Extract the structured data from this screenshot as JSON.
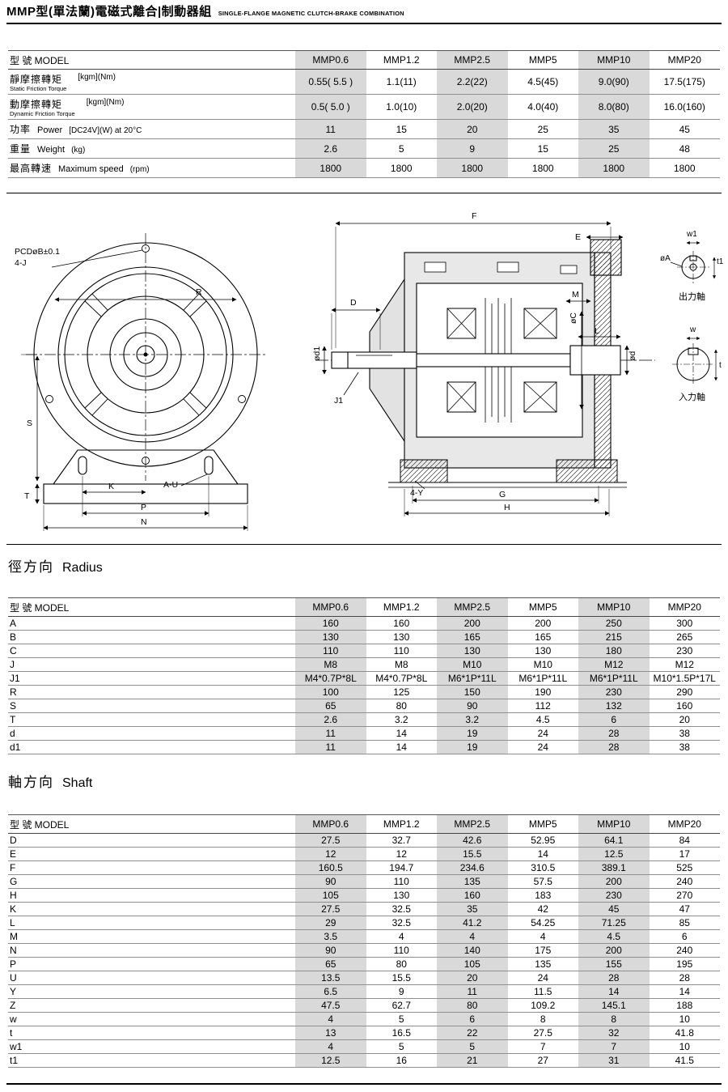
{
  "page": {
    "title_zh": "MMP型(單法蘭)電磁式離合|制動器組",
    "title_en": "SINGLE-FLANGE MAGNETIC CLUTCH-BRAKE COMBINATION"
  },
  "models_label": "型 號 MODEL",
  "models": [
    "MMP0.6",
    "MMP1.2",
    "MMP2.5",
    "MMP5",
    "MMP10",
    "MMP20"
  ],
  "spec_table": {
    "rows": [
      {
        "stack": true,
        "zh": "靜摩擦轉矩",
        "en": "Static Friction Torque",
        "unit": "[kgm](Nm)",
        "values": [
          "0.55( 5.5 )",
          "1.1(11)",
          "2.2(22)",
          "4.5(45)",
          "9.0(90)",
          "17.5(175)"
        ]
      },
      {
        "stack": true,
        "zh": "動摩擦轉矩",
        "en": "Dynamic Friction Torque",
        "unit": "[kgm](Nm)",
        "values": [
          "0.5( 5.0 )",
          "1.0(10)",
          "2.0(20)",
          "4.0(40)",
          "8.0(80)",
          "16.0(160)"
        ]
      },
      {
        "stack": false,
        "zh": "功率",
        "en": "Power",
        "unit": "[DC24V](W) at 20°C",
        "values": [
          "11",
          "15",
          "20",
          "25",
          "35",
          "45"
        ]
      },
      {
        "stack": false,
        "zh": "重量",
        "en": "Weight",
        "unit": "(kg)",
        "values": [
          "2.6",
          "5",
          "9",
          "15",
          "25",
          "48"
        ]
      },
      {
        "stack": false,
        "zh": "最高轉速",
        "en": "Maximum speed",
        "unit": "(rpm)",
        "values": [
          "1800",
          "1800",
          "1800",
          "1800",
          "1800",
          "1800"
        ]
      }
    ]
  },
  "sections": {
    "radius": {
      "heading_zh": "徑方向",
      "heading_en": "Radius"
    },
    "shaft": {
      "heading_zh": "軸方向",
      "heading_en": "Shaft"
    }
  },
  "radius_table": {
    "rows": [
      {
        "label": "A",
        "values": [
          "160",
          "160",
          "200",
          "200",
          "250",
          "300"
        ]
      },
      {
        "label": "B",
        "values": [
          "130",
          "130",
          "165",
          "165",
          "215",
          "265"
        ]
      },
      {
        "label": "C",
        "values": [
          "110",
          "110",
          "130",
          "130",
          "180",
          "230"
        ]
      },
      {
        "label": "J",
        "values": [
          "M8",
          "M8",
          "M10",
          "M10",
          "M12",
          "M12"
        ]
      },
      {
        "label": "J1",
        "values": [
          "M4*0.7P*8L",
          "M4*0.7P*8L",
          "M6*1P*11L",
          "M6*1P*11L",
          "M6*1P*11L",
          "M10*1.5P*17L"
        ]
      },
      {
        "label": "R",
        "values": [
          "100",
          "125",
          "150",
          "190",
          "230",
          "290"
        ]
      },
      {
        "label": "S",
        "values": [
          "65",
          "80",
          "90",
          "112",
          "132",
          "160"
        ]
      },
      {
        "label": "T",
        "values": [
          "2.6",
          "3.2",
          "3.2",
          "4.5",
          "6",
          "20"
        ]
      },
      {
        "label": "d",
        "values": [
          "11",
          "14",
          "19",
          "24",
          "28",
          "38"
        ]
      },
      {
        "label": "d1",
        "values": [
          "11",
          "14",
          "19",
          "24",
          "28",
          "38"
        ]
      }
    ]
  },
  "shaft_table": {
    "rows": [
      {
        "label": "D",
        "values": [
          "27.5",
          "32.7",
          "42.6",
          "52.95",
          "64.1",
          "84"
        ]
      },
      {
        "label": "E",
        "values": [
          "12",
          "12",
          "15.5",
          "14",
          "12.5",
          "17"
        ]
      },
      {
        "label": "F",
        "values": [
          "160.5",
          "194.7",
          "234.6",
          "310.5",
          "389.1",
          "525"
        ]
      },
      {
        "label": "G",
        "values": [
          "90",
          "110",
          "135",
          "57.5",
          "200",
          "240"
        ]
      },
      {
        "label": "H",
        "values": [
          "105",
          "130",
          "160",
          "183",
          "230",
          "270"
        ]
      },
      {
        "label": "K",
        "values": [
          "27.5",
          "32.5",
          "35",
          "42",
          "45",
          "47"
        ]
      },
      {
        "label": "L",
        "values": [
          "29",
          "32.5",
          "41.2",
          "54.25",
          "71.25",
          "85"
        ]
      },
      {
        "label": "M",
        "values": [
          "3.5",
          "4",
          "4",
          "4",
          "4.5",
          "6"
        ]
      },
      {
        "label": "N",
        "values": [
          "90",
          "110",
          "140",
          "175",
          "200",
          "240"
        ]
      },
      {
        "label": "P",
        "values": [
          "65",
          "80",
          "105",
          "135",
          "155",
          "195"
        ]
      },
      {
        "label": "U",
        "values": [
          "13.5",
          "15.5",
          "20",
          "24",
          "28",
          "28"
        ]
      },
      {
        "label": "Y",
        "values": [
          "6.5",
          "9",
          "11",
          "11.5",
          "14",
          "14"
        ]
      },
      {
        "label": "Z",
        "values": [
          "47.5",
          "62.7",
          "80",
          "109.2",
          "145.1",
          "188"
        ]
      },
      {
        "label": "w",
        "values": [
          "4",
          "5",
          "6",
          "8",
          "8",
          "10"
        ]
      },
      {
        "label": "t",
        "values": [
          "13",
          "16.5",
          "22",
          "27.5",
          "32",
          "41.8"
        ]
      },
      {
        "label": "w1",
        "values": [
          "4",
          "5",
          "5",
          "7",
          "7",
          "10"
        ]
      },
      {
        "label": "t1",
        "values": [
          "12.5",
          "16",
          "21",
          "27",
          "31",
          "41.5"
        ]
      }
    ]
  },
  "drawing_labels": {
    "front": {
      "pcd": "PCDøB±0.1",
      "holes": "4-J",
      "r": "R",
      "s": "S",
      "t": "T",
      "k": "K",
      "au": "A-U",
      "p": "P",
      "n": "N"
    },
    "side": {
      "f": "F",
      "e": "E",
      "d": "D",
      "od1": "ød1",
      "j1": "J1",
      "m": "M",
      "oc": "øC",
      "od": "ød",
      "l": "L",
      "y": "4-Y",
      "g": "G",
      "h": "H"
    },
    "ends": {
      "oa": "øA",
      "w1": "w1",
      "t1": "t1",
      "out": "出力軸",
      "w": "w",
      "t": "t",
      "in": "入力軸"
    }
  },
  "colors": {
    "shade": "#d9d9d9",
    "line": "#000000"
  }
}
